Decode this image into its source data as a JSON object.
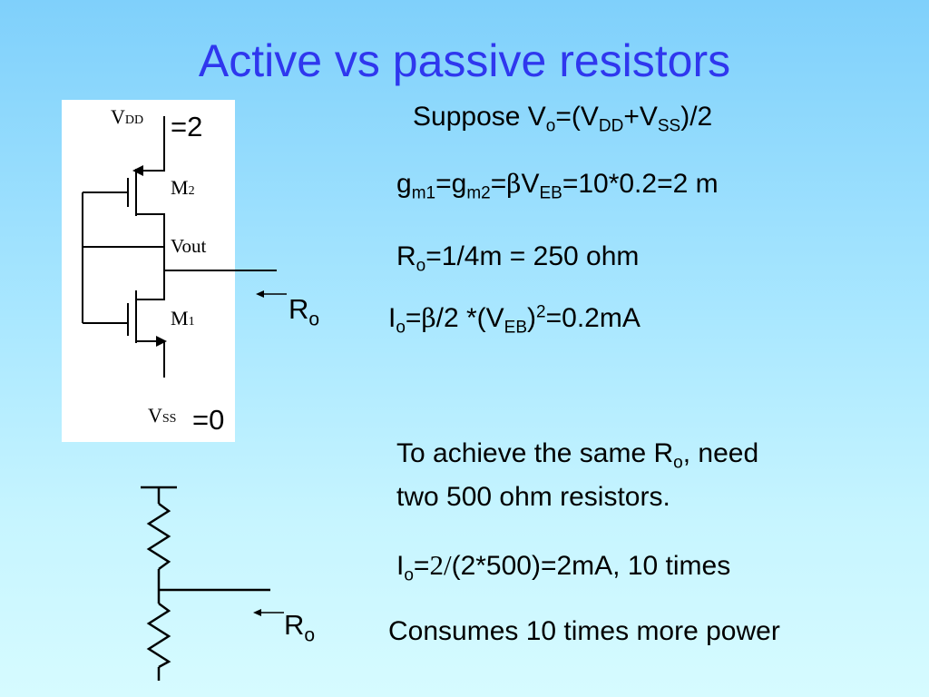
{
  "slide": {
    "title": "Active vs passive resistors"
  },
  "schematic": {
    "vdd_label": "V",
    "vdd_sub": "DD",
    "vdd_value": "=2",
    "m2_label": "M",
    "m2_sub": "2",
    "vout_label": "Vout",
    "m1_label": "M",
    "m1_sub": "1",
    "vss_label": "V",
    "vss_sub": "SS",
    "vss_value": "=0",
    "ro_label": "R",
    "ro_sub": "o"
  },
  "resistor_diagram": {
    "ro_label": "R",
    "ro_sub": "o"
  },
  "equations": {
    "suppose": {
      "a": "Suppose V",
      "o": "o",
      "b": "=(V",
      "dd": "DD",
      "c": "+V",
      "ss": "SS",
      "d": ")/2"
    },
    "gm": {
      "a": "g",
      "m1": "m1",
      "b": "=g",
      "m2": "m2",
      "c": "=",
      "beta": "β",
      "d": "V",
      "eb": "EB",
      "e": "=10*0.2=2 m"
    },
    "ro": {
      "a": "R",
      "o": "o",
      "b": "=1/4m = 250 ohm"
    },
    "io": {
      "a": "I",
      "o": "o",
      "b": "=",
      "beta": "β",
      "c": "/2 *(V",
      "eb": "EB",
      "d": ")",
      "exp": "2",
      "e": "=0.2mA"
    }
  },
  "passive": {
    "line1": {
      "a": "To achieve the same R",
      "o": "o",
      "b": ", need"
    },
    "line2": "two 500 ohm resistors.",
    "io": {
      "a": "I",
      "o": "o",
      "b": "=",
      "two": "2/",
      "c": "(2*500)=2mA,    10 times"
    },
    "power": "Consumes 10 times more power"
  }
}
